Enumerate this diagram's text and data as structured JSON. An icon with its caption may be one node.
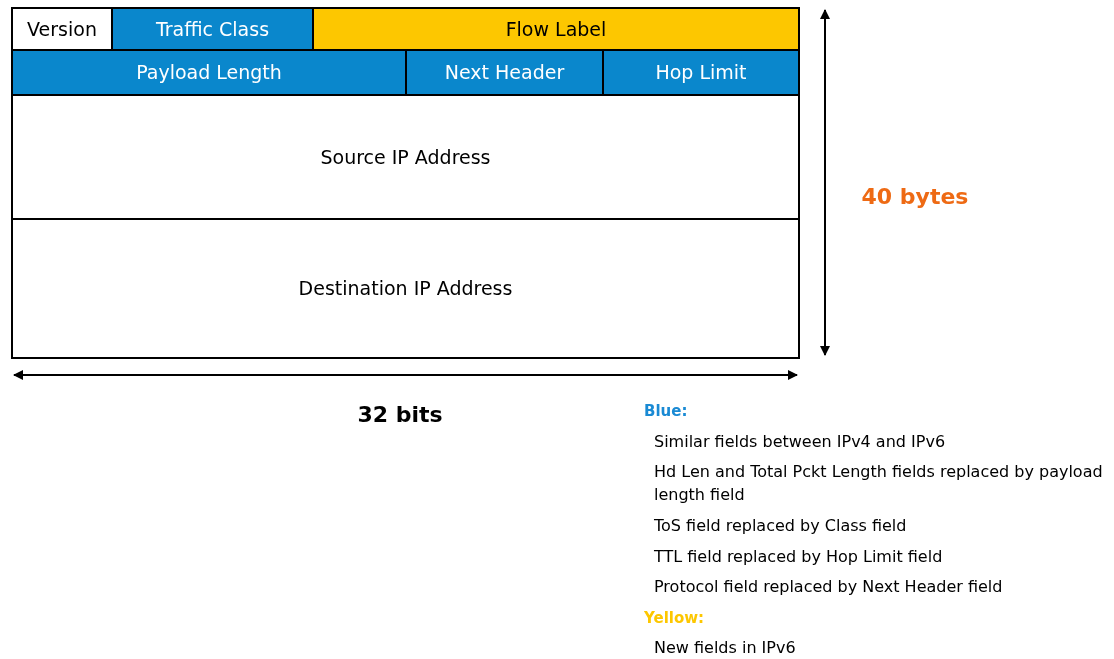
{
  "diagram": {
    "nodes": [
      {
        "text": [
          "Version"
        ]
      },
      {
        "text": [
          "Traffic Class"
        ]
      },
      {
        "text": [
          "Flow Label"
        ]
      },
      {
        "text": [
          "Payload Length"
        ]
      },
      {
        "text": [
          "Next Header"
        ]
      },
      {
        "text": [
          "Hop Limit"
        ]
      },
      {
        "text": [
          "Source IP Address"
        ]
      },
      {
        "text": [
          "Destination IP Address"
        ]
      }
    ],
    "labels": [
      "40 bytes",
      "32 bits",
      "Blue:",
      "Similar fields between IPv4 and IPv6",
      "Hd Len and Total Pckt Length fields replaced by payload length field",
      "ToS field replaced by Class field",
      "TTL field replaced by Hop Limit field",
      "Protocol field replaced by Next Header field",
      "Yellow:",
      "New fields in IPv6"
    ]
  }
}
